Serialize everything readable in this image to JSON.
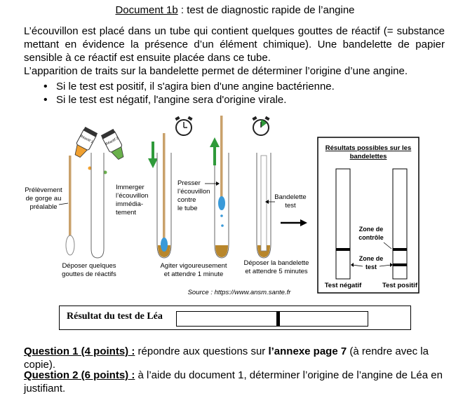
{
  "document": {
    "title_ref": "Document 1b",
    "title_rest": " : test de diagnostic rapide de l’angine"
  },
  "intro": {
    "paragraph1": "L’écouvillon est placé dans un tube qui contient quelques gouttes de réactif (= substance mettant en évidence la présence d’un élément chimique). Une bandelette de papier sensible à ce réactif est ensuite placée dans ce tube.",
    "paragraph2": "L’apparition de traits sur la bandelette permet de déterminer l’origine d’une angine.",
    "bullets": [
      "Si le test est positif, il s'agira bien d'une angine bactérienne.",
      "Si le test est négatif, l'angine sera d'origine virale."
    ]
  },
  "figure": {
    "reagent1": "Réactif 1",
    "reagent2": "Réactif 2",
    "prelevement": [
      "Prélèvement",
      "de gorge au",
      "préalable"
    ],
    "immerger": [
      "Immerger",
      "l’écouvillon",
      "immédia-",
      "tement"
    ],
    "presser": [
      "Presser",
      "l’écouvillon",
      "contre",
      "le tube"
    ],
    "bandelette": [
      "Bandelette",
      "test"
    ],
    "deposer_gouttes": [
      "Déposer quelques",
      "gouttes de réactifs"
    ],
    "agiter": [
      "Agiter vigoureusement",
      "et attendre 1 minute"
    ],
    "deposer_bandelette": [
      "Déposer la bandelette",
      "et attendre 5 minutes"
    ],
    "source": "Source : https://www.ansm.sante.fr",
    "results_title": [
      "Résultats possibles sur les",
      "bandelettes"
    ],
    "zone_controle": [
      "Zone de",
      "contrôle"
    ],
    "zone_test": [
      "Zone de",
      "test"
    ],
    "test_negatif": "Test négatif",
    "test_positif": "Test positif"
  },
  "result": {
    "label": "Résultat du test de Léa"
  },
  "questions": {
    "q1_label": "Question 1 (4 points) :",
    "q1_text": " répondre aux questions sur ",
    "q1_bold": "l’annexe page 7",
    "q1_end": " (à rendre avec la copie).",
    "q2_label": "Question 2 (6 points) :",
    "q2_text": " à l’aide du document 1, déterminer l’origine de l’angine de Léa en justifiant."
  },
  "colors": {
    "reagent_orange": "#f0a030",
    "reagent_green": "#6ab04c",
    "liquid_brown": "#b8862b",
    "swab_tan": "#c9a16b",
    "arrow_green": "#2f9a3a",
    "swab_blue": "#3a9ad9"
  }
}
